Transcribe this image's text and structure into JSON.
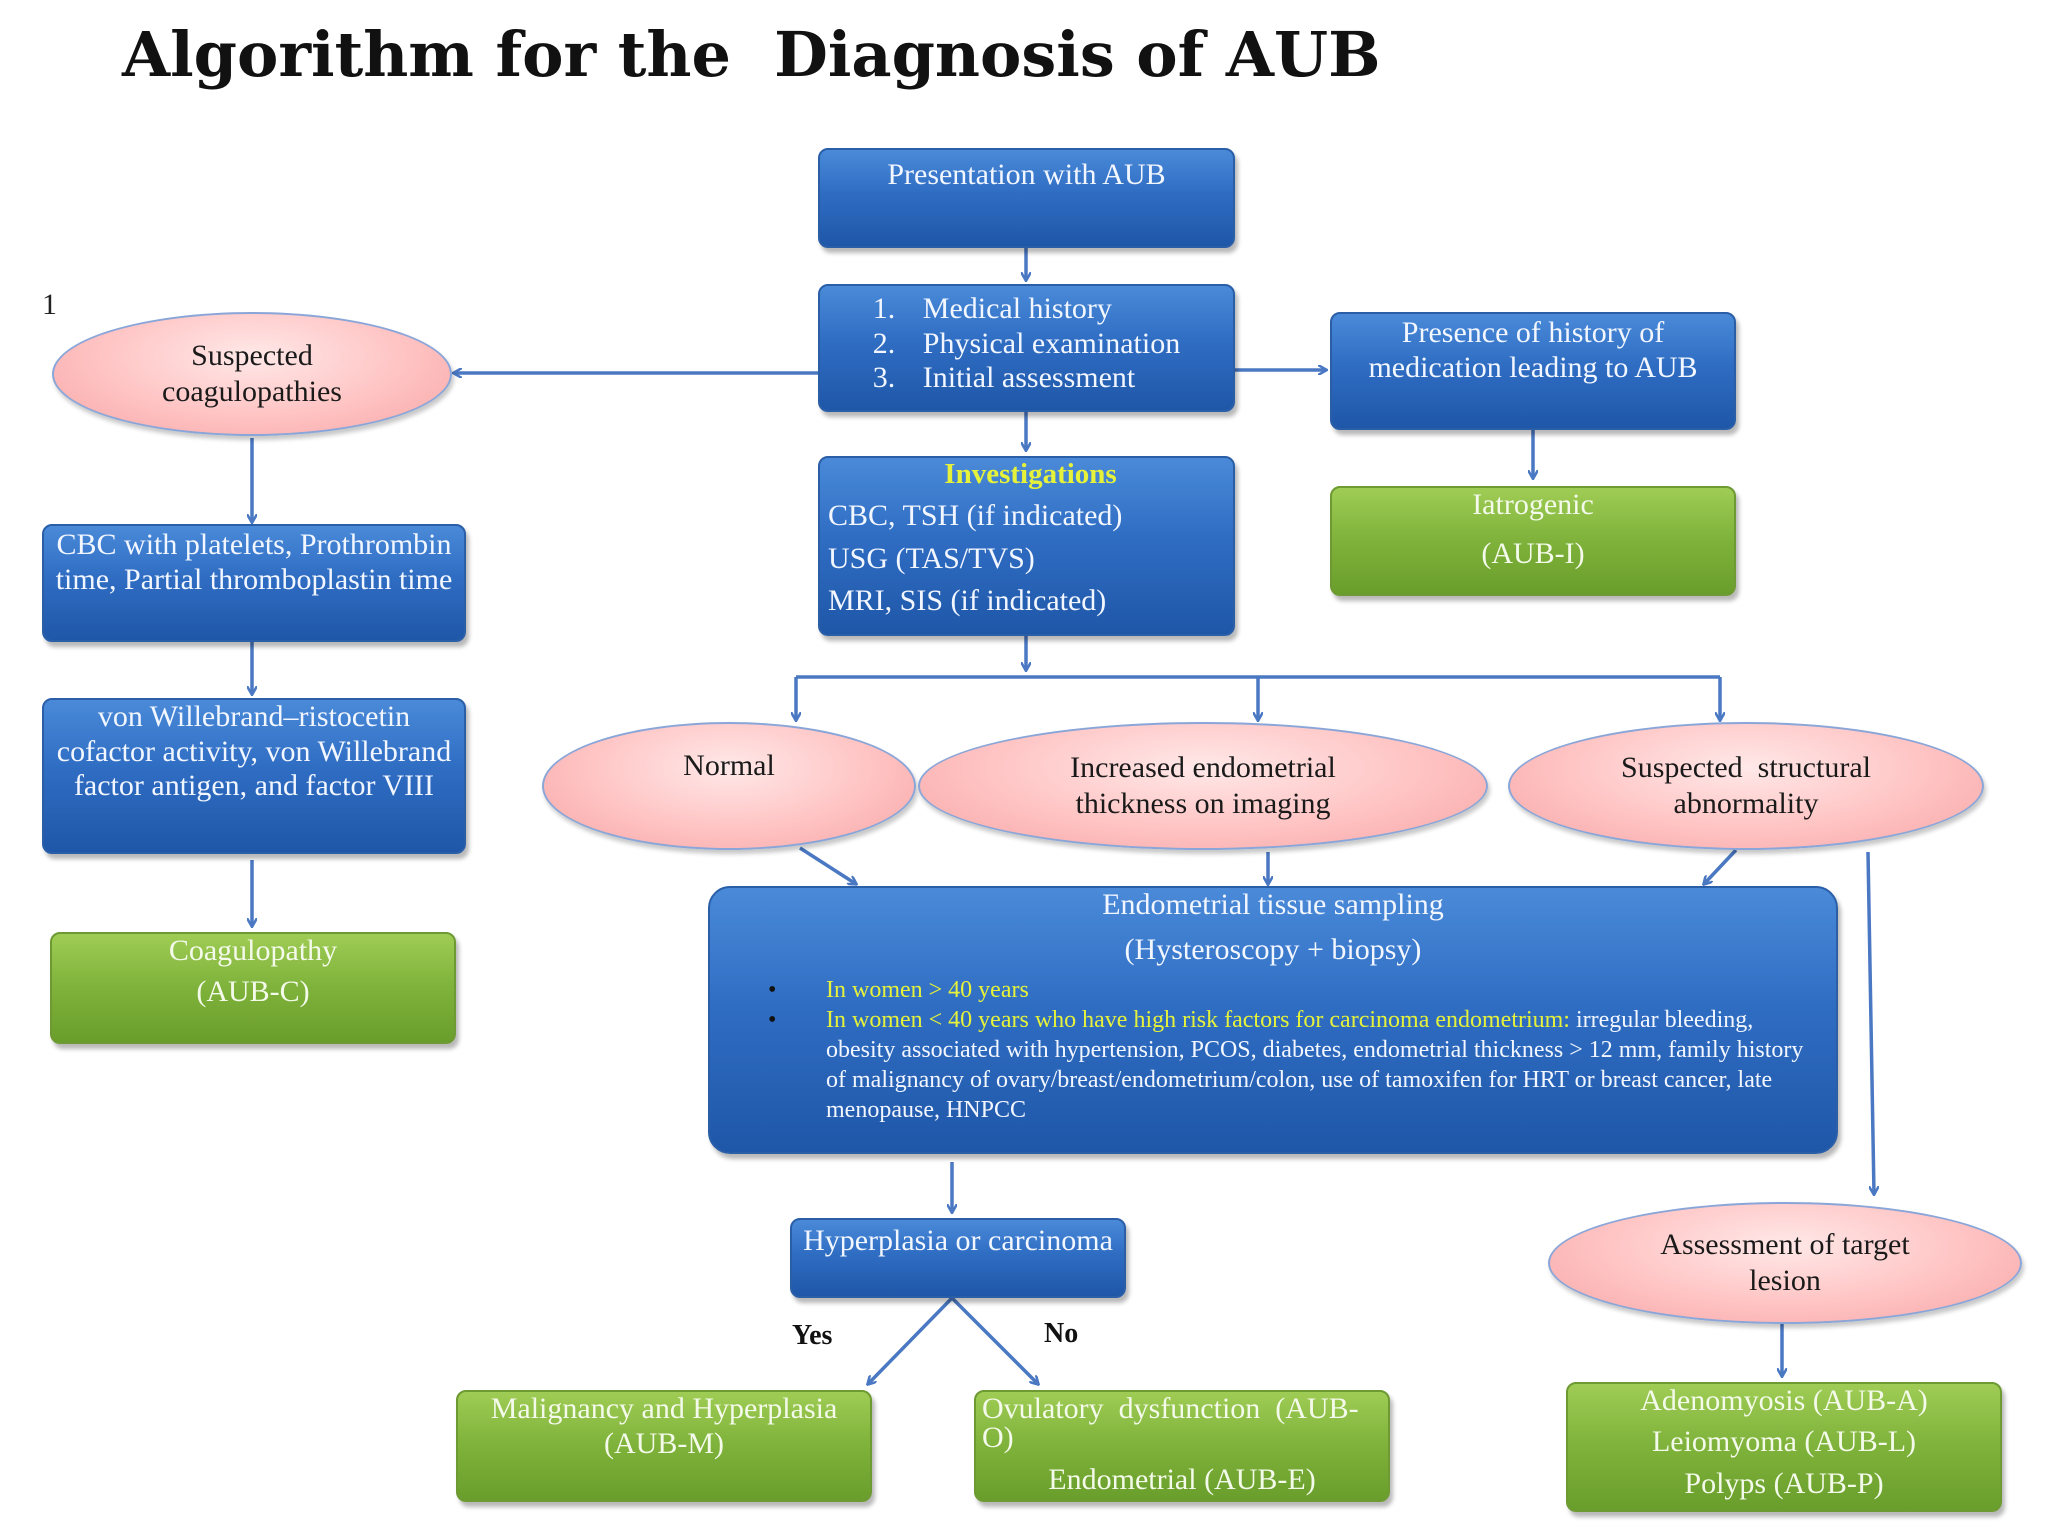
{
  "title": "Algorithm for the  Diagnosis of AUB",
  "page_number": "1",
  "nodes": {
    "presentation": "Presentation with AUB",
    "assessment": {
      "items": [
        {
          "num": "1.",
          "text": "Medical history"
        },
        {
          "num": "2.",
          "text": "Physical examination"
        },
        {
          "num": "3.",
          "text": "Initial assessment"
        }
      ]
    },
    "suspected_coag": {
      "line1": "Suspected",
      "line2": "coagulopathies"
    },
    "medication": {
      "line1": "Presence of history of",
      "line2": "medication leading to AUB"
    },
    "iatrogenic": {
      "line1": "Iatrogenic",
      "line2": "(AUB-I)"
    },
    "investigations": {
      "heading": "Investigations",
      "line1": "CBC, TSH (if indicated)",
      "line2": "USG (TAS/TVS)",
      "line3": "MRI, SIS (if indicated)"
    },
    "cbc": {
      "line1": "CBC with platelets, Prothrombin",
      "line2": "time, Partial thromboplastin time"
    },
    "vwf": {
      "line1": "von Willebrand–ristocetin",
      "line2": "cofactor activity, von Willebrand",
      "line3": "factor antigen, and factor VIII"
    },
    "coagulopathy": {
      "line1": "Coagulopathy",
      "line2": "(AUB-C)"
    },
    "normal": "Normal",
    "endo_thickness": {
      "line1": "Increased endometrial",
      "line2": "thickness on imaging"
    },
    "structural": {
      "line1": "Suspected  structural",
      "line2": "abnormality"
    },
    "sampling": {
      "line1": "Endometrial tissue sampling",
      "line2": "(Hysteroscopy + biopsy)",
      "bullet1": "In women > 40 years",
      "bullet2_yellow": "In women < 40 years who have high risk factors for carcinoma endometrium:",
      "bullet2_rest": " irregular bleeding, obesity associated with hypertension, PCOS, diabetes, endometrial thickness > 12 mm, family history of malignancy of ovary/breast/endometrium/colon, use of tamoxifen for HRT or breast cancer, late menopause, HNPCC"
    },
    "hyperplasia": "Hyperplasia or carcinoma",
    "yes": "Yes",
    "no": "No",
    "malignancy": {
      "line1": "Malignancy and Hyperplasia",
      "line2": "(AUB-M)"
    },
    "ovulatory": {
      "line1": "Ovulatory  dysfunction  (AUB-",
      "line2": "O)",
      "line3": "Endometrial (AUB-E)"
    },
    "target": {
      "line1": "Assessment of target",
      "line2": "lesion"
    },
    "structural_results": {
      "line1": "Adenomyosis (AUB-A)",
      "line2": "Leiomyoma (AUB-L)",
      "line3": "Polyps (AUB-P)"
    }
  },
  "colors": {
    "box_blue": "#2f6dc3",
    "box_green": "#7eb23a",
    "oval_pink": "#ffc3c3",
    "arrow": "#4a78c2",
    "highlight_yellow": "#e6f23a"
  }
}
